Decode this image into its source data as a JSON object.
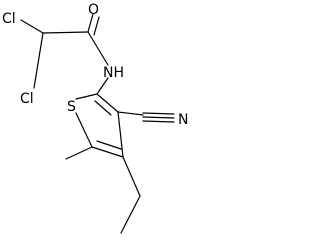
{
  "molecule": {
    "atoms": {
      "cl1": "Cl",
      "cl2": "Cl",
      "o": "O",
      "n": "N",
      "nh": "NH",
      "s": "S"
    }
  }
}
